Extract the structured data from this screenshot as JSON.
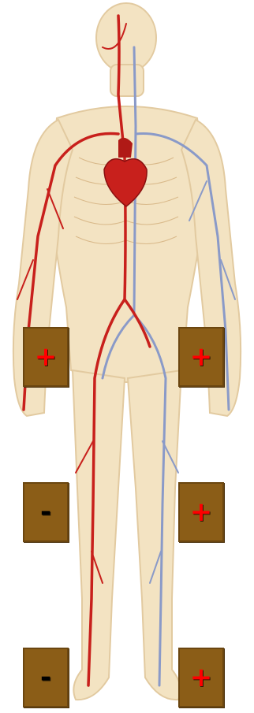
{
  "illustration": {
    "subject": "human-circulatory-system",
    "colors": {
      "skin": "#f3e3c2",
      "skin_outline": "#e2caa0",
      "artery": "#c8201c",
      "vein": "#8a9ac8",
      "tile_fill": "#8b5d17",
      "sign_red": "#ff0000",
      "sign_dark": "#000000"
    }
  },
  "tiles": [
    {
      "id": "left-hand",
      "sign": "+",
      "color": "#ff0000"
    },
    {
      "id": "right-hand",
      "sign": "+",
      "color": "#ff0000"
    },
    {
      "id": "left-knee",
      "sign": "-",
      "color": "#000000"
    },
    {
      "id": "right-knee",
      "sign": "+",
      "color": "#ff0000"
    },
    {
      "id": "left-foot",
      "sign": "-",
      "color": "#000000"
    },
    {
      "id": "right-foot",
      "sign": "+",
      "color": "#ff0000"
    }
  ]
}
